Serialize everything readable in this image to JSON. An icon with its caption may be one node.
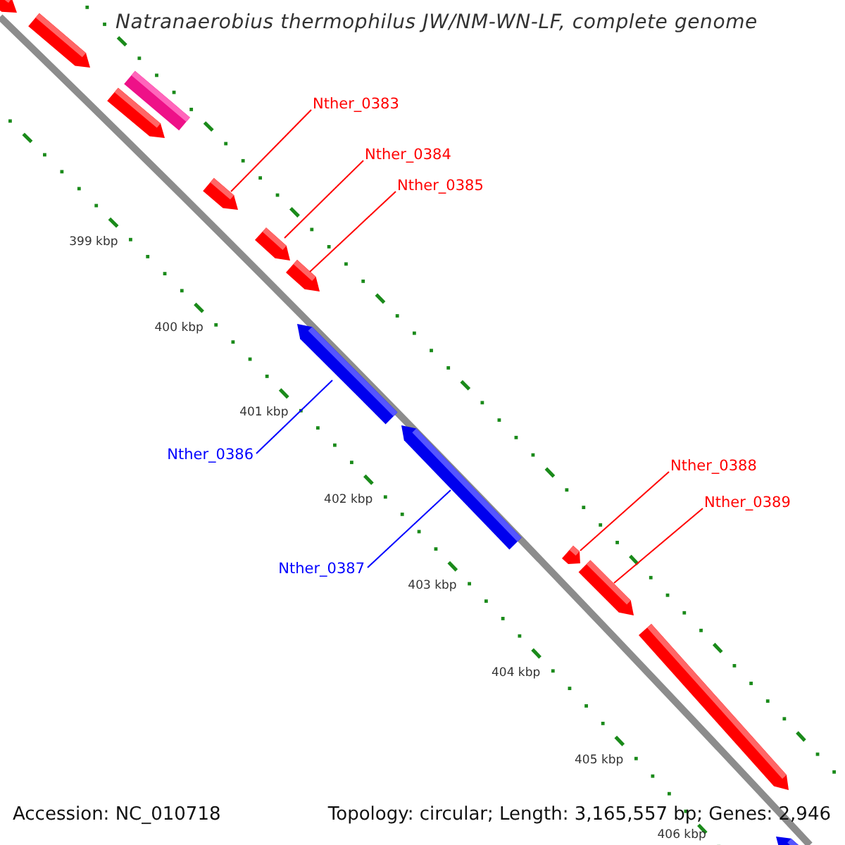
{
  "diagram": {
    "title": "Natranaerobius thermophilus JW/NM-WN-LF, complete genome",
    "nodes": [
      {
        "text": [
          "Nther_0383"
        ]
      },
      {
        "text": [
          "Nther_0384"
        ]
      },
      {
        "text": [
          "Nther_0385"
        ]
      },
      {
        "text": [
          "Nther_0386"
        ]
      },
      {
        "text": [
          "Nther_0387"
        ]
      },
      {
        "text": [
          "Nther_0388"
        ]
      },
      {
        "text": [
          "Nther_0389"
        ]
      },
      {
        "text": [],
        "shape": "pentagon"
      },
      {
        "text": [],
        "shape": "pentagon"
      },
      {
        "text": [],
        "shape": "bar"
      },
      {
        "text": [],
        "shape": "pentagon"
      },
      {
        "text": [],
        "shape": "pentagon"
      },
      {
        "text": [],
        "shape": "pentagon"
      },
      {
        "text": [],
        "shape": "pentagon"
      },
      {
        "text": [],
        "shape": "pentagon"
      },
      {
        "text": [],
        "shape": "pentagon"
      },
      {
        "text": [],
        "shape": "pentagon"
      },
      {
        "text": [],
        "shape": "pentagon"
      },
      {
        "text": [],
        "shape": "pentagon"
      },
      {
        "text": [],
        "shape": "pentagon"
      }
    ],
    "edges": [
      {
        "from": 0,
        "to": 11,
        "arrow": "none"
      },
      {
        "from": 1,
        "to": 12,
        "arrow": "none"
      },
      {
        "from": 2,
        "to": 13,
        "arrow": "none"
      },
      {
        "from": 3,
        "to": 14,
        "arrow": "none",
        "color": "#0000ff"
      },
      {
        "from": 4,
        "to": 15,
        "arrow": "none",
        "color": "#0000ff"
      },
      {
        "from": 5,
        "to": 16,
        "arrow": "none"
      },
      {
        "from": 6,
        "to": 17,
        "arrow": "none"
      }
    ],
    "labels": [
      "399 kbp",
      "400 kbp",
      "401 kbp",
      "402 kbp",
      "403 kbp",
      "404 kbp",
      "405 kbp",
      "406 kbp",
      "Accession: NC_010718",
      "Topology: circular; Length: 3,165,557 bp; Genes: 2,946"
    ]
  }
}
